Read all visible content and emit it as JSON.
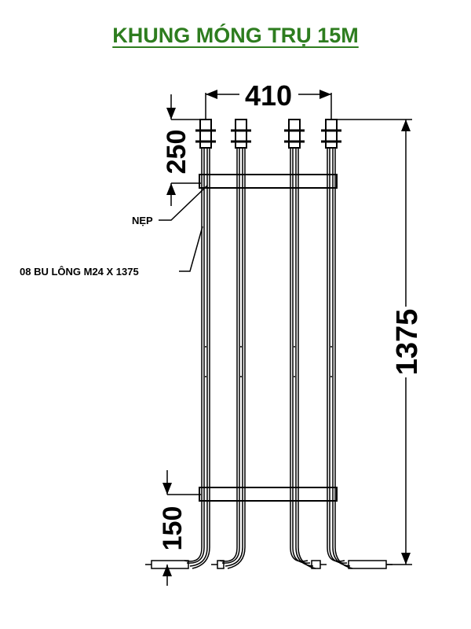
{
  "title": "KHUNG MÓNG TRỤ 15M",
  "dimensions": {
    "width": "410",
    "top_offset": "250",
    "bottom_offset": "150",
    "height": "1375"
  },
  "labels": {
    "plate": "NẸP",
    "bolts": "08 BU LÔNG M24 X 1375"
  },
  "colors": {
    "title": "#2e7d1f",
    "lines": "#000000"
  }
}
